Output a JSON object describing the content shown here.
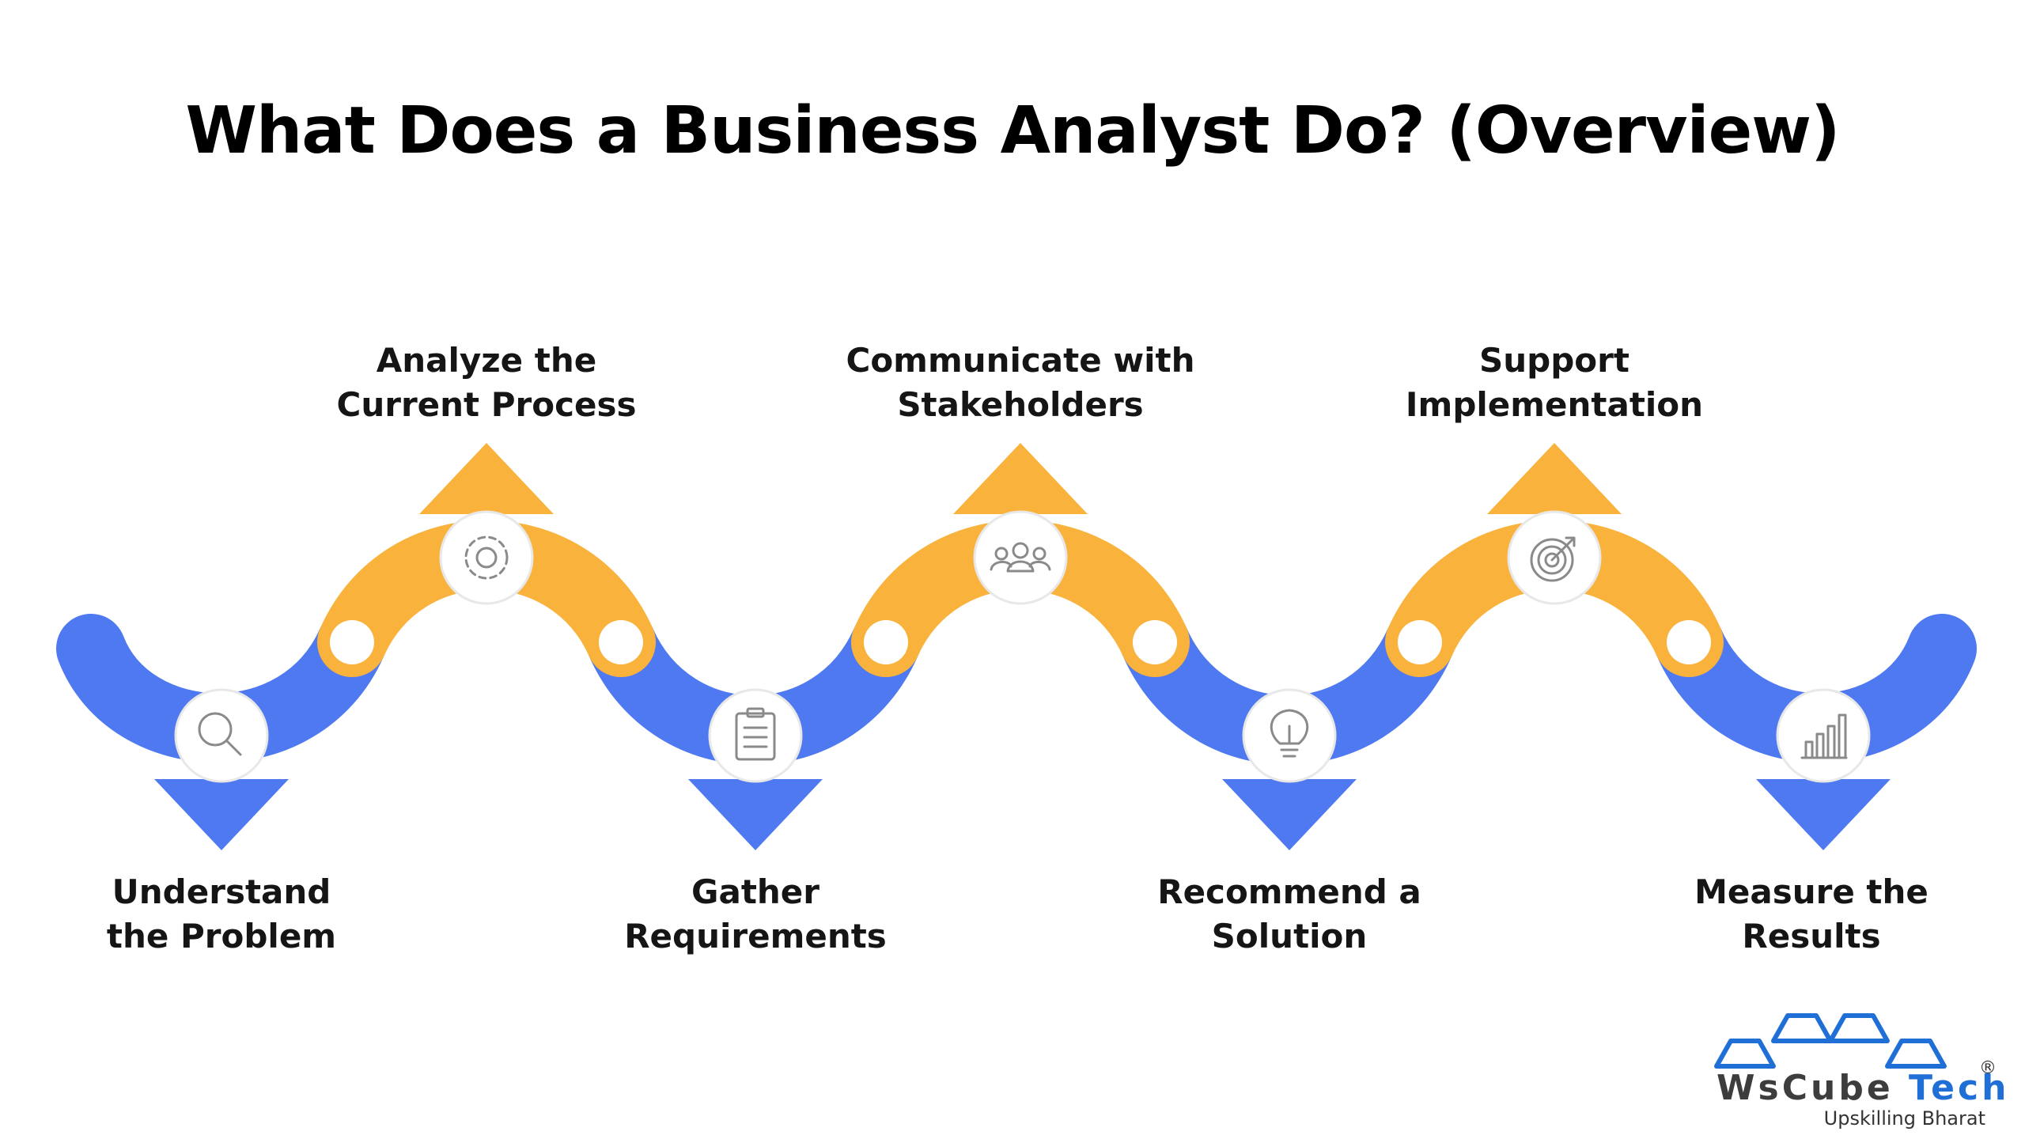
{
  "title": "What Does a Business Analyst Do? (Overview)",
  "steps": [
    {
      "label_1": "Understand",
      "label_2": "the Problem",
      "icon": "magnifier-icon",
      "direction": "down"
    },
    {
      "label_1": "Analyze the",
      "label_2": "Current Process",
      "icon": "gear-icon",
      "direction": "up"
    },
    {
      "label_1": "Gather",
      "label_2": "Requirements",
      "icon": "clipboard-icon",
      "direction": "down"
    },
    {
      "label_1": "Communicate with",
      "label_2": "Stakeholders",
      "icon": "people-icon",
      "direction": "up"
    },
    {
      "label_1": "Recommend a",
      "label_2": "Solution",
      "icon": "lightbulb-icon",
      "direction": "down"
    },
    {
      "label_1": "Support",
      "label_2": "Implementation",
      "icon": "target-icon",
      "direction": "up"
    },
    {
      "label_1": "Measure the",
      "label_2": "Results",
      "icon": "bar-chart-icon",
      "direction": "down"
    }
  ],
  "colors": {
    "blue": "#4f79f0",
    "orange": "#f9b23c",
    "icon_stroke": "#8a8a8a",
    "logo_blue": "#1f6fd6"
  },
  "logo": {
    "word_part_1": "WsCube ",
    "word_part_2": "Tech",
    "tagline": "Upskilling Bharat",
    "registered": "®"
  },
  "watermark": "WsCube Tech"
}
